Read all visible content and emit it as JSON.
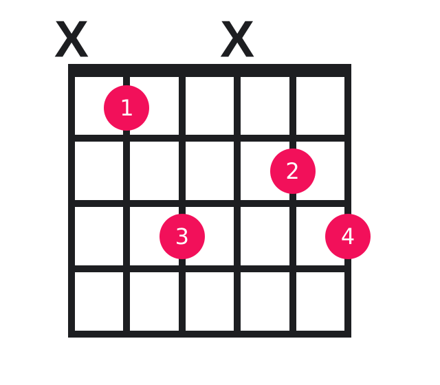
{
  "chord_diagram": {
    "string_count": 6,
    "fret_count": 4,
    "muted_marker": "X",
    "muted_strings": [
      1,
      4
    ],
    "fingers": [
      {
        "label": "1",
        "string": 2,
        "fret": 1
      },
      {
        "label": "2",
        "string": 5,
        "fret": 2
      },
      {
        "label": "3",
        "string": 3,
        "fret": 3
      },
      {
        "label": "4",
        "string": 6,
        "fret": 3
      }
    ],
    "colors": {
      "line": "#1d1e21",
      "dot_fill": "#f2105a",
      "dot_text": "#ffffff",
      "background": "#ffffff"
    }
  }
}
